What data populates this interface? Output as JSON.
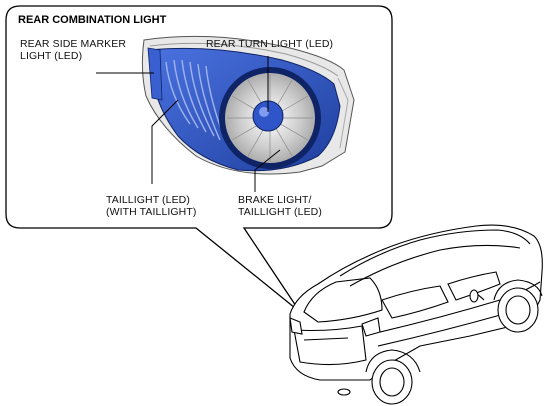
{
  "diagram": {
    "title": "REAR COMBINATION LIGHT",
    "labels": {
      "side_marker_line1": "REAR SIDE MARKER",
      "side_marker_line2": "LIGHT (LED)",
      "turn_light": "REAR TURN LIGHT (LED)",
      "taillight_line1": "TAILLIGHT (LED)",
      "taillight_line2": "(WITH TAILLIGHT)",
      "brake_line1": "BRAKE LIGHT/",
      "brake_line2": "TAILLIGHT (LED)"
    }
  },
  "colors": {
    "led_blue": "#2f55c8",
    "led_dark": "#1f3f9e",
    "outline": "#000000",
    "chrome": "#d9d9d9"
  }
}
